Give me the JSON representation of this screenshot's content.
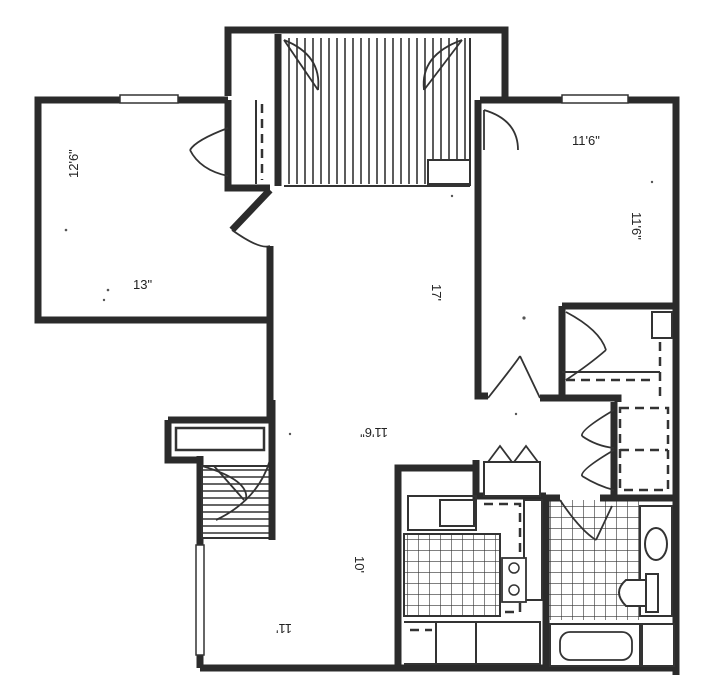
{
  "rooms": {
    "bedroom_left": {
      "width": "13\"",
      "depth": "12'6\""
    },
    "bedroom_right": {
      "width": "11'6\"",
      "depth": "11'6\""
    },
    "hall": {
      "length": "17'"
    },
    "living": {
      "width": "11'6\""
    },
    "kitchen": {
      "depth": "10'"
    },
    "dining": {
      "width": "11'"
    }
  }
}
